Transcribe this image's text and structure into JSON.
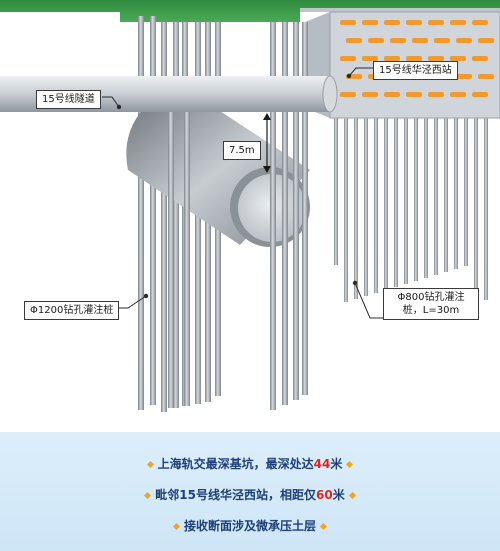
{
  "labels": {
    "tunnel_15": "15号线隧道",
    "station_15": "15号线华泾西站",
    "distance": "7.5m",
    "pile_1200": "Φ1200钻孔灌注桩",
    "pile_800_line1": "Φ800钻孔灌注",
    "pile_800_line2": "桩，L=30m"
  },
  "caption": {
    "line1": {
      "pre": "上海轨交最深基坑，最深处达",
      "value": "44",
      "post": "米"
    },
    "line2": {
      "pre": "毗邻15号线华泾西站，相距仅",
      "value": "60",
      "post": "米"
    },
    "line3": {
      "text": "接收断面涉及微承压土层"
    }
  },
  "colors": {
    "ground": "#3a9a48",
    "pipe": "#c9ced3",
    "pile": "#9aa0a6",
    "station": "#c5cbd1",
    "caption_bg": "#d6eaf8",
    "caption_text": "#1e3f7a",
    "highlight": "#e02424",
    "bullet": "#f0a623",
    "rebar": "#f29a2e"
  }
}
